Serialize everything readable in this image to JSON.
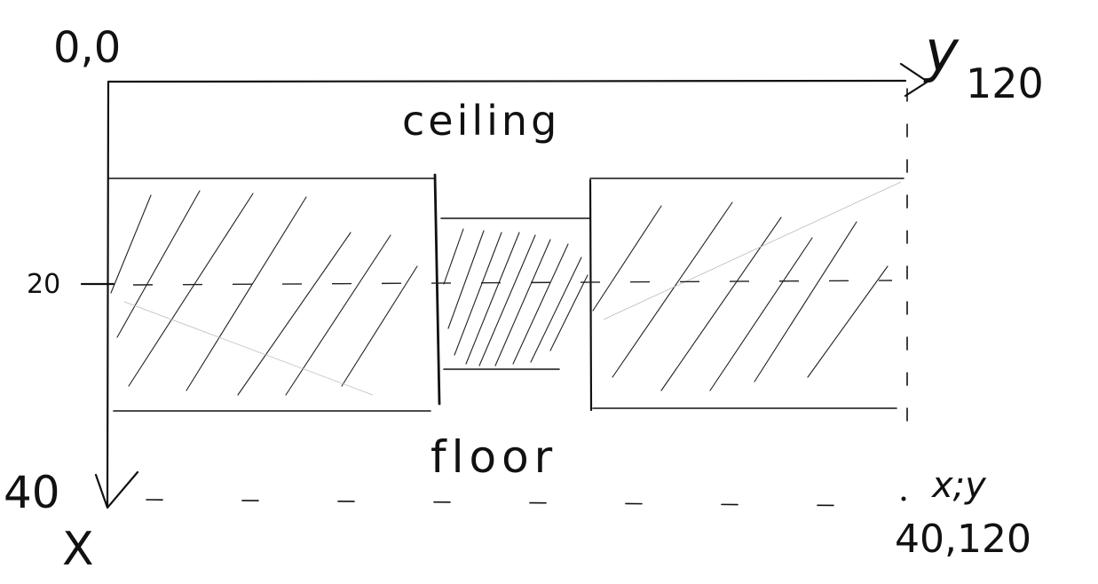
{
  "origin_label": "0,0",
  "y_axis_label": "y",
  "y_max_label": "120",
  "x_axis_label": "X",
  "x_max_label": "40",
  "mid_tick_label": "20",
  "ceiling_label": "ceiling",
  "floor_label": "floor",
  "corner_coord_header": "x;y",
  "corner_coord_value": "40,120"
}
